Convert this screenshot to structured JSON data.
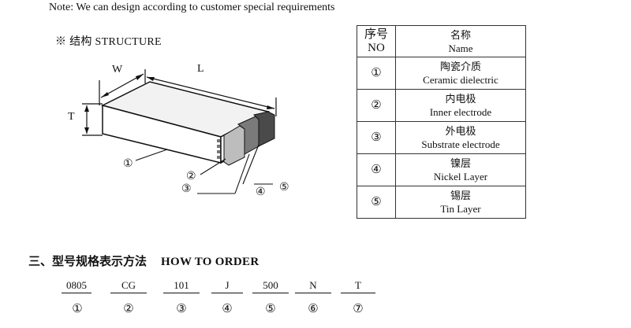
{
  "note": "Note:  We can design according to customer special requirements",
  "structure_title": "※  结构  STRUCTURE",
  "diagram": {
    "dim_w": "W",
    "dim_l": "L",
    "dim_t": "T",
    "callouts": [
      "①",
      "②",
      "③",
      "④",
      "⑤"
    ]
  },
  "legend": {
    "header": {
      "no_cn": "序号",
      "no_en": "NO",
      "name_cn": "名称",
      "name_en": "Name"
    },
    "rows": [
      {
        "no": "①",
        "cn": "陶瓷介质",
        "en": "Ceramic   dielectric"
      },
      {
        "no": "②",
        "cn": "内电极",
        "en": "Inner   electrode"
      },
      {
        "no": "③",
        "cn": "外电极",
        "en": "Substrate   electrode"
      },
      {
        "no": "④",
        "cn": "镍层",
        "en": "Nickel Layer"
      },
      {
        "no": "⑤",
        "cn": "锡层",
        "en": "Tin Layer"
      }
    ]
  },
  "order": {
    "title_cn": "三、型号规格表示方法",
    "title_en": "HOW TO ORDER",
    "codes": [
      "0805",
      "CG",
      "101",
      "J",
      "500",
      "N",
      "T"
    ],
    "indices": [
      "①",
      "②",
      "③",
      "④",
      "⑤",
      "⑥",
      "⑦"
    ]
  }
}
